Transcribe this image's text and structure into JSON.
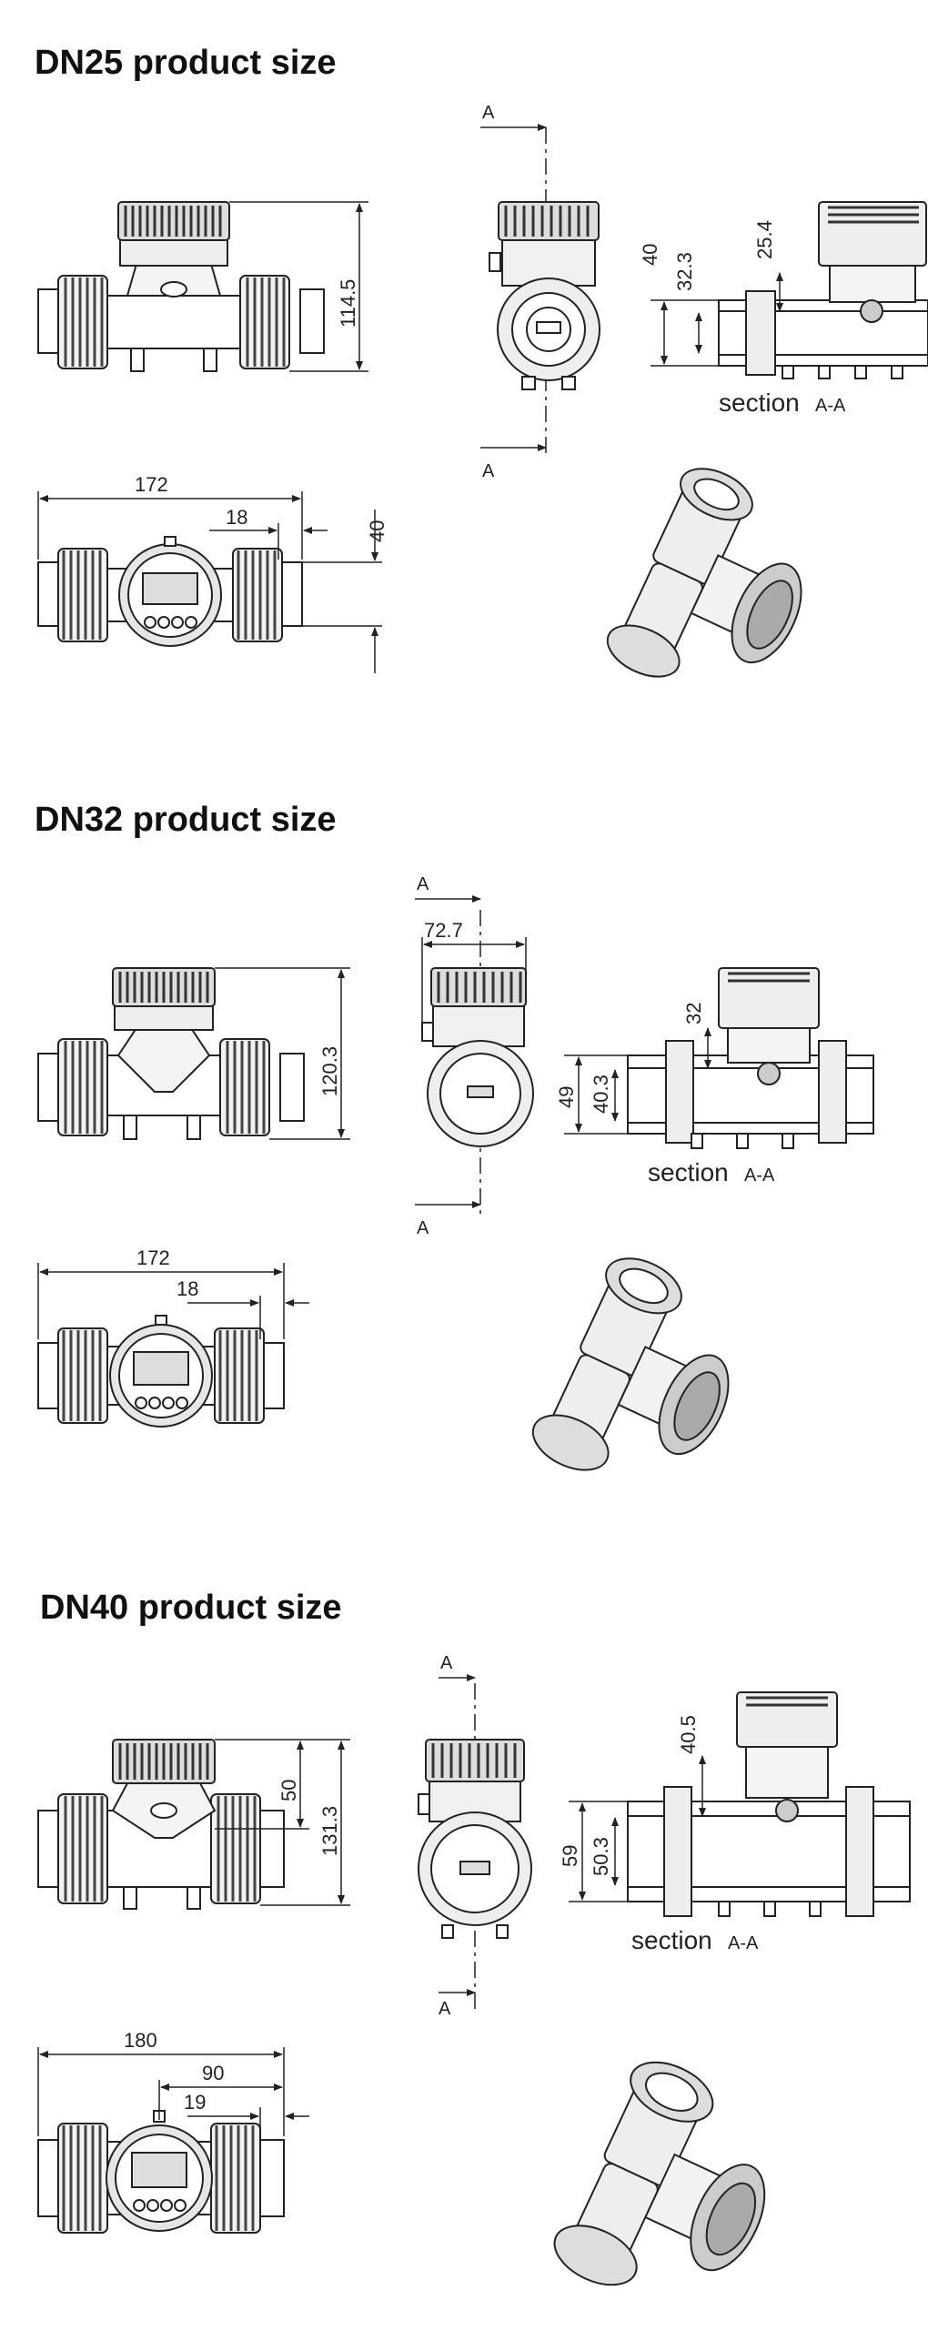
{
  "sections": [
    {
      "title": "DN25 product size",
      "height_dim": "114.5",
      "section_label": "section",
      "section_suffix": "A-A",
      "cut_top": "A",
      "cut_bottom": "A",
      "sec_outer": "40",
      "sec_inner": "32.3",
      "sec_top": "25.4",
      "len_total": "172",
      "len_offset": "18",
      "side_dim": "40"
    },
    {
      "title": "DN32 product size",
      "height_dim": "120.3",
      "side_width": "72.7",
      "section_label": "section",
      "section_suffix": "A-A",
      "cut_top": "A",
      "cut_bottom": "A",
      "sec_outer": "49",
      "sec_inner": "40.3",
      "sec_top": "32",
      "len_total": "172",
      "len_offset": "18"
    },
    {
      "title": "DN40 product size",
      "height_dim": "131.3",
      "upper_dim": "50",
      "section_label": "section",
      "section_suffix": "A-A",
      "cut_top": "A",
      "cut_bottom": "A",
      "sec_outer": "59",
      "sec_inner": "50.3",
      "sec_top": "40.5",
      "len_total": "180",
      "len_mid": "90",
      "len_offset": "19"
    }
  ]
}
